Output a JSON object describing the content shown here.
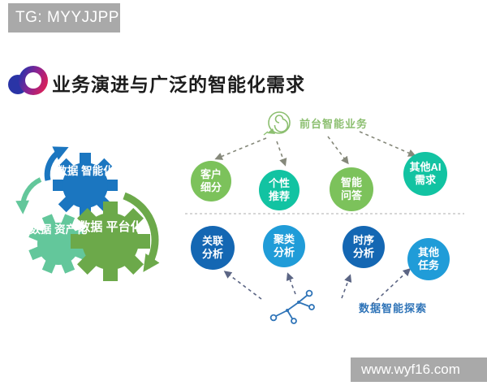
{
  "header": {
    "badge": "TG: MYYJJPP"
  },
  "title": "业务演进与广泛的智能化需求",
  "gears": [
    {
      "line1": "数据",
      "line2": "智能化",
      "color": "#1b76c0"
    },
    {
      "line1": "数据",
      "line2": "资产化",
      "color": "#63c79b"
    },
    {
      "line1": "数据",
      "line2": "平台化",
      "color": "#6ca94a"
    }
  ],
  "diagram": {
    "top_flow_label": "前台智能业务",
    "bottom_flow_label": "数据智能探索",
    "top_bubbles": [
      {
        "line1": "客户",
        "line2": "细分",
        "color": "#7cc25b"
      },
      {
        "line1": "个性",
        "line2": "推荐",
        "color": "#12c3a2"
      },
      {
        "line1": "智能",
        "line2": "问答",
        "color": "#7cc25b"
      },
      {
        "line1": "其他AI",
        "line2": "需求",
        "color": "#12c3a2"
      }
    ],
    "bottom_bubbles": [
      {
        "line1": "关联",
        "line2": "分析",
        "color": "#1467b3"
      },
      {
        "line1": "聚类",
        "line2": "分析",
        "color": "#209cd8"
      },
      {
        "line1": "时序",
        "line2": "分析",
        "color": "#1467b3"
      },
      {
        "line1": "其他",
        "line2": "任务",
        "color": "#209cd8"
      }
    ],
    "icons": {
      "top": "send-target-icon",
      "bottom": "network-graph-icon"
    },
    "colors": {
      "top_arrows": "#85887a",
      "bottom_arrows": "#5b6584",
      "divider": "#c8c8c8",
      "top_label": "#8cbf70",
      "bottom_label": "#2f74b8"
    }
  },
  "footer": {
    "watermark": "www.wyf16.com"
  }
}
